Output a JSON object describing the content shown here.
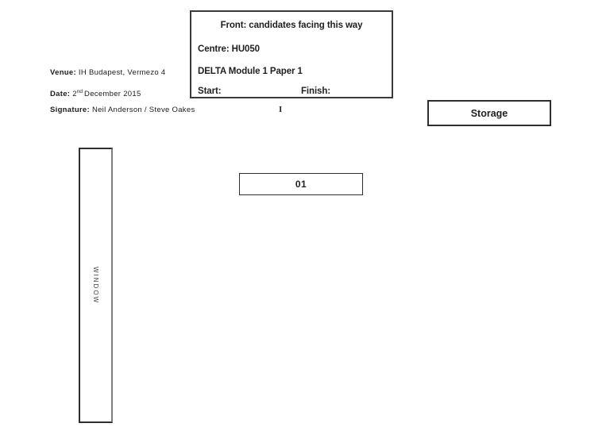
{
  "page": {
    "background": "#ffffff",
    "text_color": "#1f1f1f"
  },
  "colors": {
    "box_border": "#2e2e2e",
    "header_border": "#3a3a3a",
    "window_right_border": "#7e7e7e"
  },
  "header_box": {
    "front_label": "Front: candidates facing this way",
    "centre_label": "Centre: HU050",
    "module_label": "DELTA Module 1 Paper 1",
    "start_label": "Start:",
    "finish_label": "Finish:"
  },
  "venue_info": {
    "venue_label": "Venue:",
    "venue_value": "IH Budapest, Vermezo 4",
    "date_label": "Date:",
    "date_day": "2",
    "date_ordinal": "nd",
    "date_rest": "December 2015",
    "signature_label": "Signature:",
    "signature_value": "Neil Anderson / Steve Oakes"
  },
  "cursor_marker": "I",
  "storage_box": {
    "label": "Storage"
  },
  "desk_01": {
    "label": "01"
  },
  "window_box": {
    "label": "WINDOW"
  }
}
